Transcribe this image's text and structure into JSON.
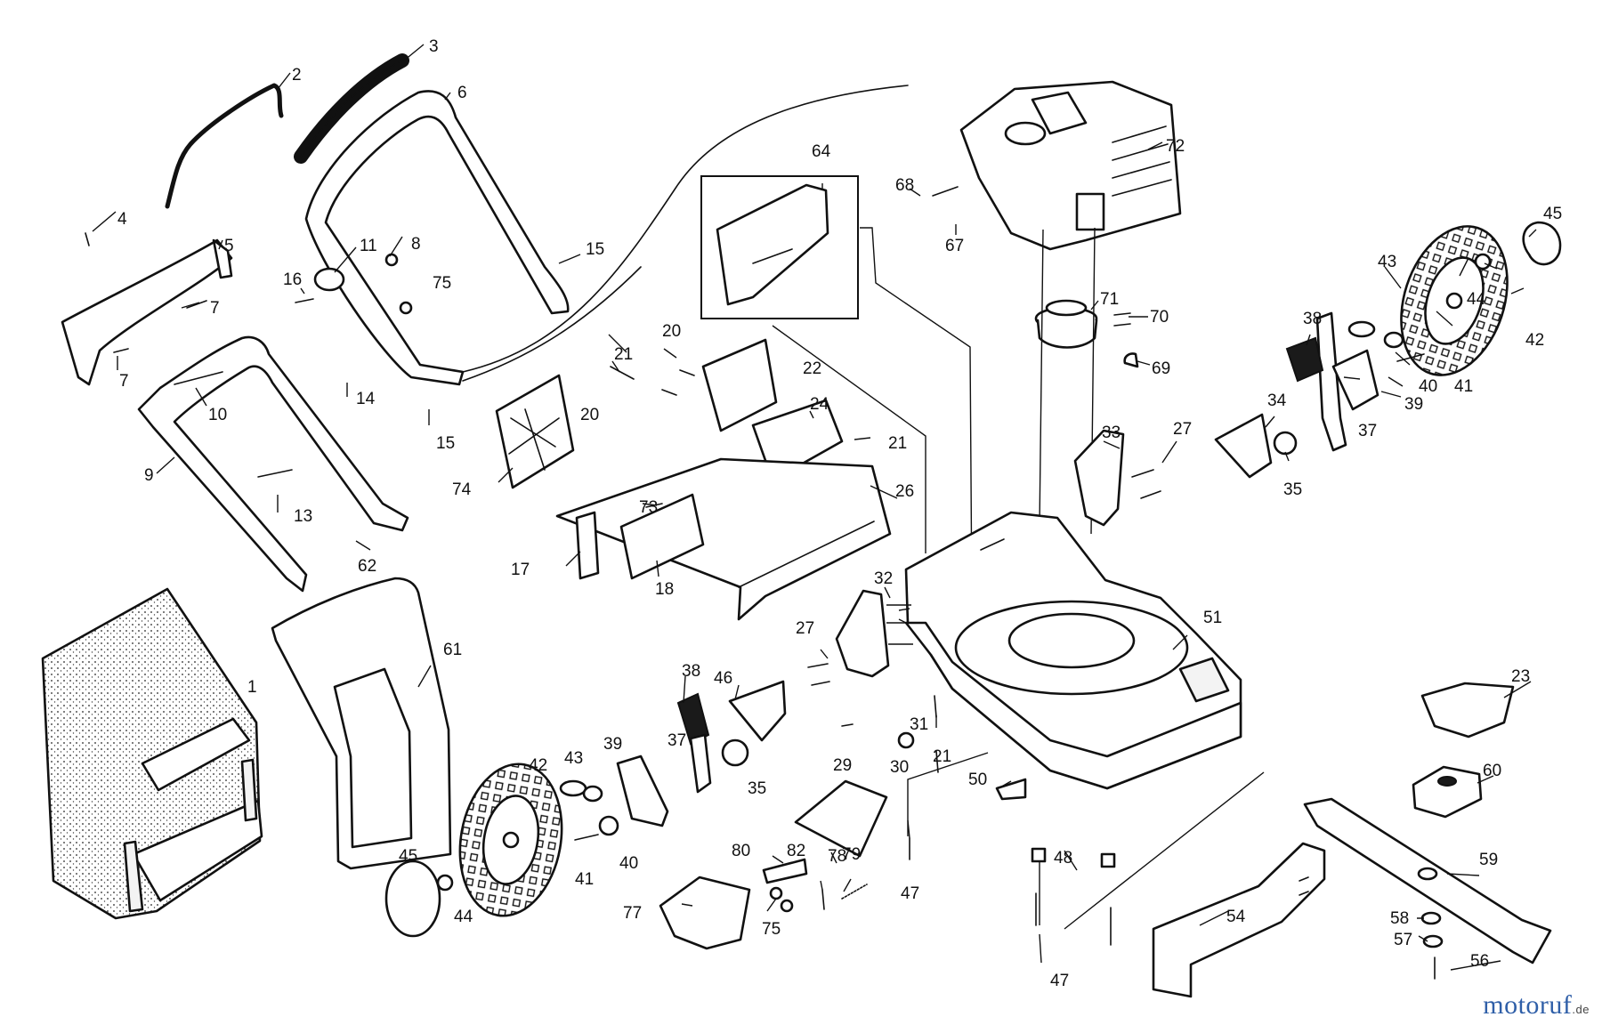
{
  "callouts": [
    "1",
    "2",
    "3",
    "4",
    "5",
    "6",
    "7",
    "7",
    "8",
    "9",
    "10",
    "11",
    "13",
    "14",
    "15",
    "15",
    "16",
    "17",
    "18",
    "20",
    "20",
    "21",
    "21",
    "21",
    "22",
    "23",
    "24",
    "26",
    "27",
    "27",
    "29",
    "30",
    "31",
    "32",
    "33",
    "34",
    "35",
    "35",
    "37",
    "37",
    "38",
    "38",
    "39",
    "39",
    "40",
    "40",
    "41",
    "41",
    "42",
    "42",
    "43",
    "43",
    "44",
    "44",
    "45",
    "45",
    "46",
    "47",
    "47",
    "48",
    "50",
    "51",
    "54",
    "56",
    "57",
    "58",
    "59",
    "60",
    "61",
    "62",
    "64",
    "67",
    "68",
    "69",
    "70",
    "71",
    "72",
    "73",
    "74",
    "75",
    "75",
    "77",
    "78",
    "79",
    "80",
    "82"
  ],
  "watermark": {
    "brand_blue": "motoruf",
    "brand_green": "",
    "suffix": ".de",
    "blue_color": "#2f5fa8",
    "green_color": "#7faa3a"
  }
}
